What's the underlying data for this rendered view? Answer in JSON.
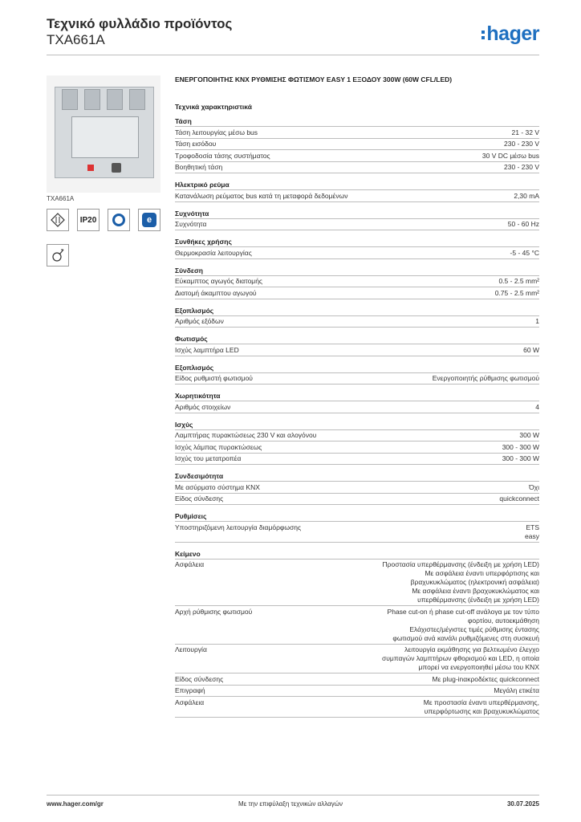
{
  "header": {
    "title": "Τεχνικό φυλλάδιο προϊόντος",
    "code": "TXA661A",
    "logo": "hager"
  },
  "product": {
    "caption": "TXA661A",
    "badge_ip": "IP20",
    "icons": [
      "ce-emc-icon",
      "ip20-badge",
      "quicklink-icon",
      "easy-icon",
      "lamp-dimmer-icon"
    ]
  },
  "main": {
    "product_title": "ΕΝΕΡΓΟΠΟΙΗΤΗΣ KNX ΡΥΘΜΙΣΗΣ ΦΩΤΙΣΜΟΥ EASY 1 ΕΞΟΔΟΥ 300W (60W CFL/LED)",
    "section_title": "Τεχνικά χαρακτηριστικά",
    "groups": [
      {
        "title": "Τάση",
        "rows": [
          [
            "Τάση λειτουργίας μέσω bus",
            "21 - 32 V"
          ],
          [
            "Τάση εισόδου",
            "230 - 230 V"
          ],
          [
            "Τροφοδοσία τάσης συστήματος",
            "30 V DC μέσω bus"
          ],
          [
            "Βοηθητική τάση",
            "230 - 230 V"
          ]
        ]
      },
      {
        "title": "Ηλεκτρικό ρεύμα",
        "rows": [
          [
            "Κατανάλωση ρεύματος bus κατά τη μεταφορά δεδομένων",
            "2,30 mA"
          ]
        ]
      },
      {
        "title": "Συχνότητα",
        "rows": [
          [
            "Συχνότητα",
            "50 - 60 Hz"
          ]
        ]
      },
      {
        "title": "Συνθήκες χρήσης",
        "rows": [
          [
            "Θερμοκρασία λειτουργίας",
            "-5 - 45 °C"
          ]
        ]
      },
      {
        "title": "Σύνδεση",
        "rows": [
          [
            "Εύκαμπτος αγωγός διατομής",
            "0.5 - 2.5 mm²"
          ],
          [
            "Διατομή άκαμπτου αγωγού",
            "0.75 - 2.5 mm²"
          ]
        ]
      },
      {
        "title": "Εξοπλισμός",
        "rows": [
          [
            "Αριθμός εξόδων",
            "1"
          ]
        ]
      },
      {
        "title": "Φωτισμός",
        "rows": [
          [
            "Ισχύς λαμπτήρα LED",
            "60 W"
          ]
        ]
      },
      {
        "title": "Εξοπλισμός",
        "rows": [
          [
            "Είδος ρυθμιστή φωτισμού",
            "Ενεργοποιητής ρύθμισης φωτισμού"
          ]
        ]
      },
      {
        "title": "Χωρητικότητα",
        "rows": [
          [
            "Αριθμός στοιχείων",
            "4"
          ]
        ]
      },
      {
        "title": "Ισχύς",
        "rows": [
          [
            "Λαμπτήρας πυρακτώσεως 230 V και αλογόνου",
            "300 W"
          ],
          [
            "Ισχύς λάμπας πυρακτώσεως",
            "300 - 300 W"
          ],
          [
            "Ισχύς του μετατροπέα",
            "300 - 300 W"
          ]
        ]
      },
      {
        "title": "Συνδεσιμότητα",
        "rows": [
          [
            "Με ασύρματο σύστημα KNX",
            "Όχι"
          ],
          [
            "Είδος σύνδεσης",
            "quickconnect"
          ]
        ]
      },
      {
        "title": "Ρυθμίσεις",
        "rows": [
          [
            "Υποστηριζόμενη λειτουργία διαμόρφωσης",
            "ETS\neasy"
          ]
        ]
      },
      {
        "title": "Κείμενο",
        "rows": [
          [
            "Ασφάλεια",
            "Προστασία υπερθέρμανσης (ένδειξη με χρήση LED)\nΜε ασφάλεια έναντι υπερφόρτισης και βραχυκυκλώματος (ηλεκτρονική ασφάλεια)\nΜε ασφάλεια έναντι βραχυκυκλώματος και υπερθέρμανσης (ένδειξη με χρήση LED)"
          ],
          [
            "Αρχή ρύθμισης φωτισμού",
            "Phase cut-on ή phase cut-off ανάλογα με τον τύπο φορτίου, αυτοεκμάθηση\nΕλάχιστες/μέγιστες τιμές ρύθμισης έντασης φωτισμού ανά κανάλι ρυθμιζόμενες στη συσκευή"
          ],
          [
            "Λειτουργία",
            "λειτουργία εκμάθησης για βελτιωμένο έλεγχο συμπαγών λαμπτήρων φθορισμού και LED, η οποία μπορεί να ενεργοποιηθεί μέσω του KNX"
          ],
          [
            "Είδος σύνδεσης",
            "Με plug-inακροδέκτες quickconnect"
          ],
          [
            "Επιγραφή",
            "Μεγάλη ετικέτα"
          ],
          [
            "Ασφάλεια",
            "Με προστασία έναντι υπερθέρμανσης, υπερφόρτωσης και βραχυκυκλώματος"
          ]
        ]
      }
    ]
  },
  "footer": {
    "url": "www.hager.com/gr",
    "notice": "Με την επιφύλαξη τεχνικών αλλαγών",
    "date": "30.07.2025"
  }
}
